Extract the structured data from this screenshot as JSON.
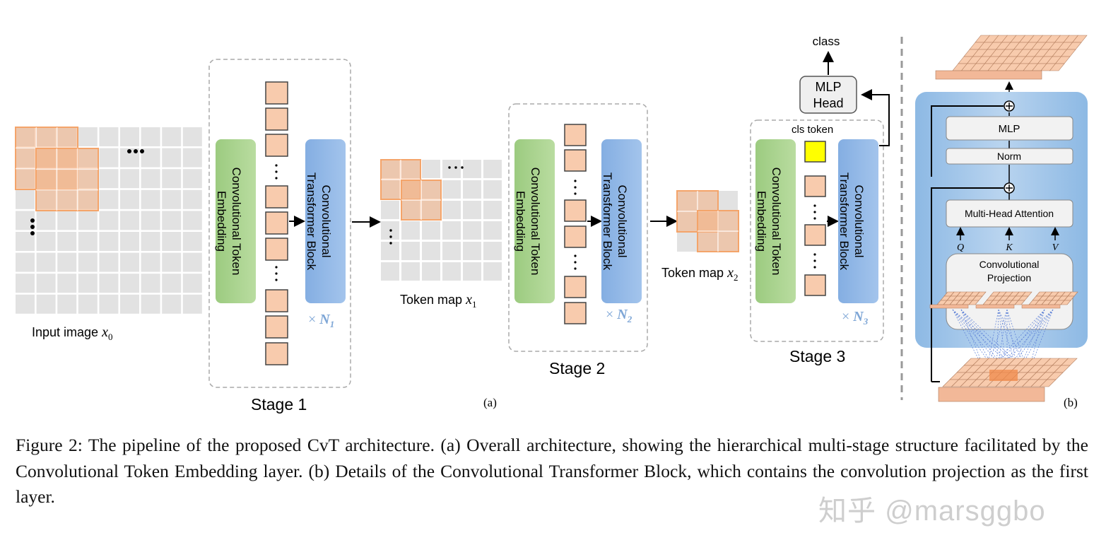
{
  "figure": {
    "stage1": {
      "label": "Stage 1",
      "embedding": [
        "Convolutional Token",
        "Embedding"
      ],
      "block": [
        "Convolutional",
        "Transformer Block"
      ],
      "repeat_prefix": "×",
      "repeat": "N",
      "repeat_sub": "1"
    },
    "stage2": {
      "label": "Stage 2",
      "embedding": [
        "Convolutional Token",
        "Embedding"
      ],
      "block": [
        "Convolutional",
        "Transformer Block"
      ],
      "repeat_prefix": "×",
      "repeat": "N",
      "repeat_sub": "2"
    },
    "stage3": {
      "label": "Stage 3",
      "embedding": [
        "Convolutional Token",
        "Embedding"
      ],
      "block": [
        "Convolutional",
        "Transformer Block"
      ],
      "repeat_prefix": "×",
      "repeat": "N",
      "repeat_sub": "3",
      "cls_token": "cls token"
    },
    "input_label": "Input image",
    "input_var": "x",
    "input_sub": "0",
    "token_map1_label": "Token map",
    "token_map1_var": "x",
    "token_map1_sub": "1",
    "token_map2_label": "Token map",
    "token_map2_var": "x",
    "token_map2_sub": "2",
    "mlp_head": [
      "MLP",
      "Head"
    ],
    "class_label": "class",
    "panel_a": "(a)",
    "panel_b": "(b)",
    "block_detail": {
      "mlp": "MLP",
      "norm": "Norm",
      "attention": "Multi-Head Attention",
      "projection": [
        "Convolutional",
        "Projection"
      ],
      "q": "Q",
      "k": "K",
      "v": "V"
    },
    "colors": {
      "embedding": "#a9d18e",
      "block": "#8fb4e3",
      "token": "#f8cbad",
      "token_border": "#444444",
      "cls": "#ffff00",
      "grid": "#e2e2e2",
      "patch": "#f4b183",
      "panel_bg": "#9dc3e6",
      "repeat": "#7ea6d6"
    }
  },
  "caption": "Figure 2: The pipeline of the proposed CvT architecture. (a) Overall architecture, showing the hierarchical multi-stage structure facilitated by the Convolutional Token Embedding layer. (b) Details of the Convolutional Transformer Block, which contains the convolution projection as the first layer.",
  "watermark": "知乎 @marsggbo"
}
